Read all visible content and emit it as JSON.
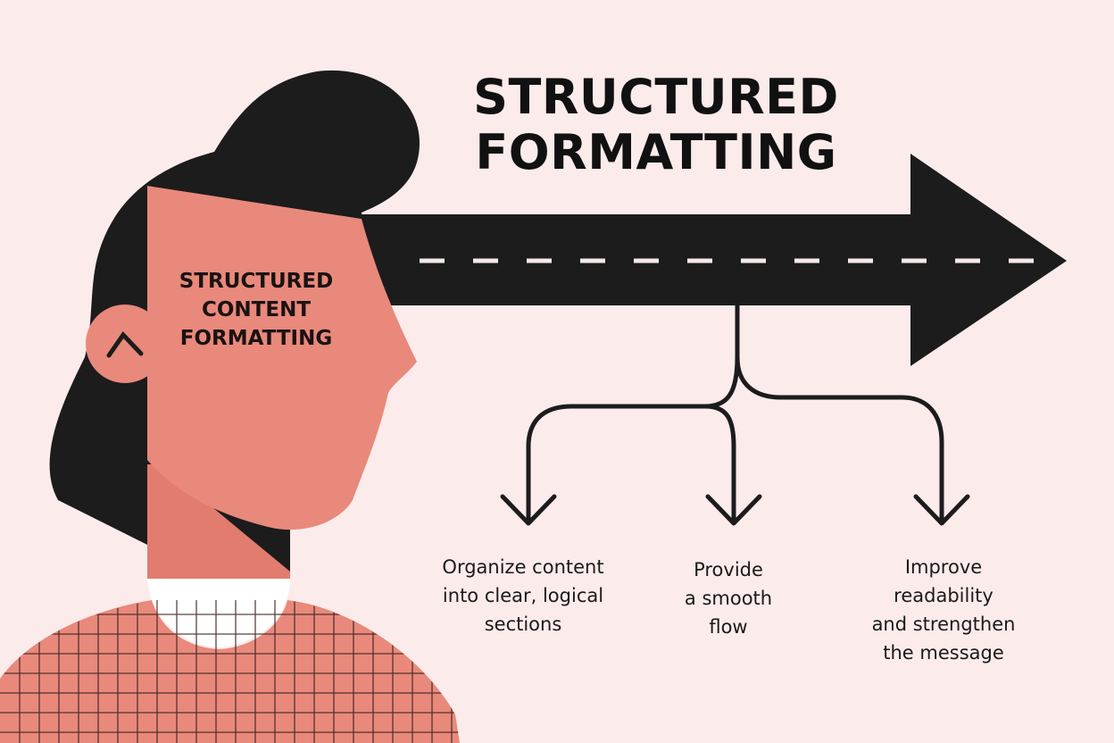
{
  "title": {
    "line1": "STRUCTURED",
    "line2": "FORMATTING"
  },
  "head_label": {
    "line1": "STRUCTURED",
    "line2": "CONTENT",
    "line3": "FORMATTING"
  },
  "branches": [
    {
      "lines": [
        "Organize content",
        "into clear, logical",
        "sections"
      ]
    },
    {
      "lines": [
        "Provide",
        "a smooth",
        "flow"
      ]
    },
    {
      "lines": [
        "Improve",
        "readability",
        "and strengthen",
        "the message"
      ]
    }
  ],
  "colors": {
    "background": "#fcebeb",
    "skin": "#e8897b",
    "ink": "#1c1c1c",
    "collar": "#ffffff"
  }
}
